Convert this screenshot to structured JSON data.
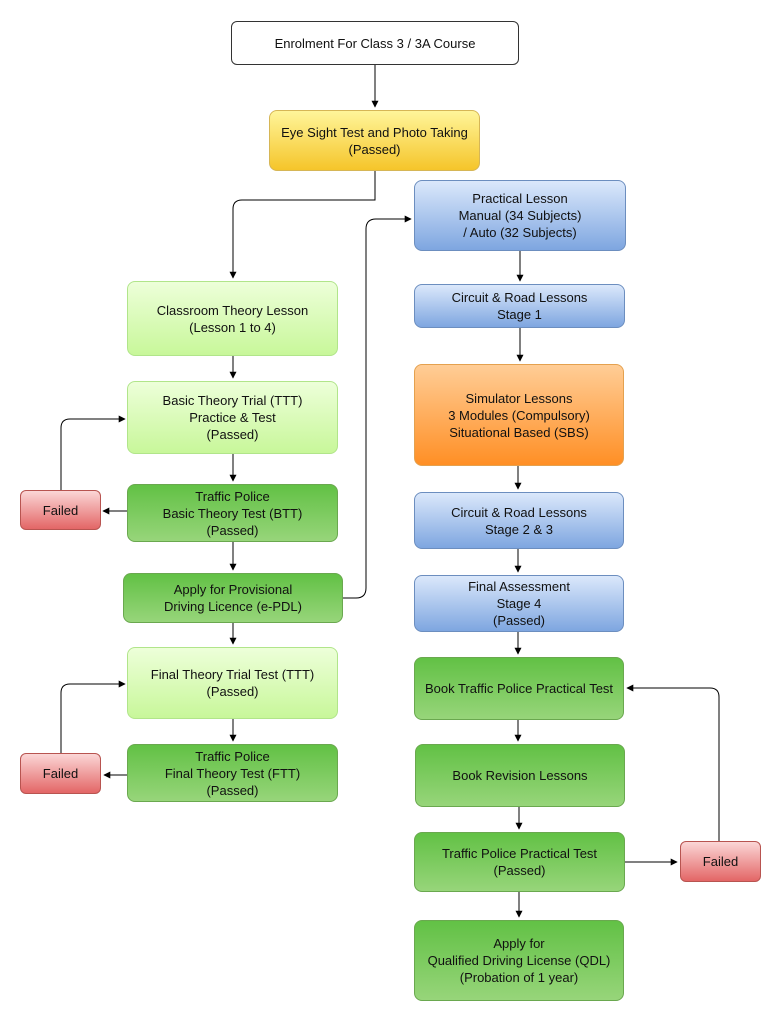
{
  "nodes": {
    "enrolment": {
      "lines": [
        "Enrolment For Class 3 / 3A Course"
      ]
    },
    "eye_test": {
      "lines": [
        "Eye Sight Test and Photo Taking",
        "(Passed)"
      ]
    },
    "classroom": {
      "lines": [
        "Classroom Theory Lesson",
        "(Lesson 1 to 4)"
      ]
    },
    "basic_trial": {
      "lines": [
        "Basic Theory Trial (TTT)",
        "Practice & Test",
        "(Passed)"
      ]
    },
    "btt": {
      "lines": [
        "Traffic Police",
        "Basic Theory Test (BTT)",
        "(Passed)"
      ]
    },
    "failed_1": {
      "lines": [
        "Failed"
      ]
    },
    "epdl": {
      "lines": [
        "Apply for Provisional",
        "Driving Licence (e-PDL)"
      ]
    },
    "final_trial": {
      "lines": [
        "Final Theory Trial Test (TTT)",
        "(Passed)"
      ]
    },
    "ftt": {
      "lines": [
        "Traffic Police",
        "Final Theory Test (FTT)",
        "(Passed)"
      ]
    },
    "failed_2": {
      "lines": [
        "Failed"
      ]
    },
    "practical": {
      "lines": [
        "Practical Lesson",
        "Manual (34 Subjects)",
        "/ Auto (32 Subjects)"
      ]
    },
    "circuit_1": {
      "lines": [
        "Circuit & Road Lessons",
        "Stage 1"
      ]
    },
    "simulator": {
      "lines": [
        "Simulator Lessons",
        "3 Modules (Compulsory)",
        "Situational Based (SBS)"
      ]
    },
    "circuit_23": {
      "lines": [
        "Circuit & Road Lessons",
        "Stage 2 & 3"
      ]
    },
    "final_assessment": {
      "lines": [
        "Final Assessment",
        "Stage 4",
        "(Passed)"
      ]
    },
    "book_test": {
      "lines": [
        "Book Traffic Police Practical Test"
      ]
    },
    "revision": {
      "lines": [
        "Book Revision Lessons"
      ]
    },
    "practical_test": {
      "lines": [
        "Traffic Police Practical Test",
        "(Passed)"
      ]
    },
    "failed_3": {
      "lines": [
        "Failed"
      ]
    },
    "qdl": {
      "lines": [
        "Apply for",
        "Qualified Driving License (QDL)",
        "(Probation of 1 year)"
      ]
    }
  },
  "colors": {
    "neutral": "#ffffff",
    "highlight": "#f5c52a",
    "theory_practice": "#c8f79a",
    "official_step": "#62c145",
    "practical_lesson": "#7ea6e0",
    "simulator": "#ff8f25",
    "failed": "#e36666"
  }
}
